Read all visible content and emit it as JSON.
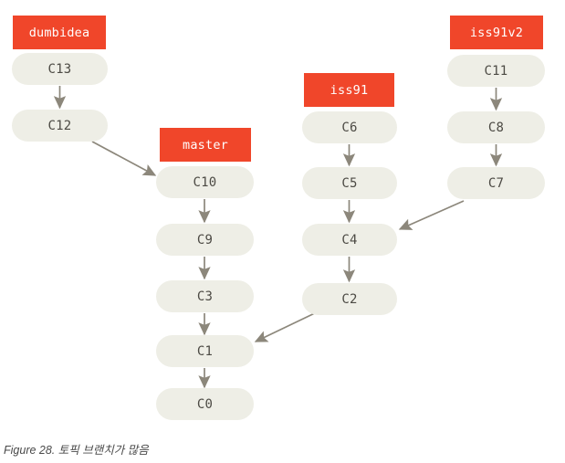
{
  "figure": {
    "caption": "Figure 28. 토픽 브랜치가 많음",
    "caption_prefix": "Figure 28.",
    "caption_text": "토픽 브랜치가 많음"
  },
  "colors": {
    "branch_label_background": "#f0462a",
    "branch_label_text": "#ffffff",
    "commit_background": "#eeeee6",
    "commit_text": "#4c4a44",
    "arrow": "#8c877b",
    "page_background": "#ffffff"
  },
  "chart_data": {
    "type": "diagram",
    "title": "토픽 브랜치가 많음",
    "description": "Git commit history graph with four branch pointers",
    "branches": [
      {
        "name": "dumbidea",
        "tip": "C13",
        "commits": [
          "C13",
          "C12"
        ]
      },
      {
        "name": "master",
        "tip": "C10",
        "commits": [
          "C10",
          "C9",
          "C3",
          "C1",
          "C0"
        ]
      },
      {
        "name": "iss91",
        "tip": "C6",
        "commits": [
          "C6",
          "C5",
          "C4",
          "C2"
        ]
      },
      {
        "name": "iss91v2",
        "tip": "C11",
        "commits": [
          "C11",
          "C8",
          "C7"
        ]
      }
    ],
    "edges": [
      {
        "from": "C13",
        "to": "C12",
        "kind": "vertical"
      },
      {
        "from": "C12",
        "to": "C10",
        "kind": "diagonal"
      },
      {
        "from": "C10",
        "to": "C9",
        "kind": "vertical"
      },
      {
        "from": "C9",
        "to": "C3",
        "kind": "vertical"
      },
      {
        "from": "C3",
        "to": "C1",
        "kind": "vertical"
      },
      {
        "from": "C1",
        "to": "C0",
        "kind": "vertical"
      },
      {
        "from": "C6",
        "to": "C5",
        "kind": "vertical"
      },
      {
        "from": "C5",
        "to": "C4",
        "kind": "vertical"
      },
      {
        "from": "C4",
        "to": "C2",
        "kind": "vertical"
      },
      {
        "from": "C2",
        "to": "C1",
        "kind": "diagonal"
      },
      {
        "from": "C11",
        "to": "C8",
        "kind": "vertical"
      },
      {
        "from": "C8",
        "to": "C7",
        "kind": "vertical"
      },
      {
        "from": "C7",
        "to": "C4",
        "kind": "diagonal"
      }
    ]
  },
  "labels": {
    "dumbidea": "dumbidea",
    "master": "master",
    "iss91": "iss91",
    "iss91v2": "iss91v2"
  },
  "commits": {
    "c13": "C13",
    "c12": "C12",
    "c11": "C11",
    "c10": "C10",
    "c9": "C9",
    "c8": "C8",
    "c7": "C7",
    "c6": "C6",
    "c5": "C5",
    "c4": "C4",
    "c3": "C3",
    "c2": "C2",
    "c1": "C1",
    "c0": "C0"
  }
}
